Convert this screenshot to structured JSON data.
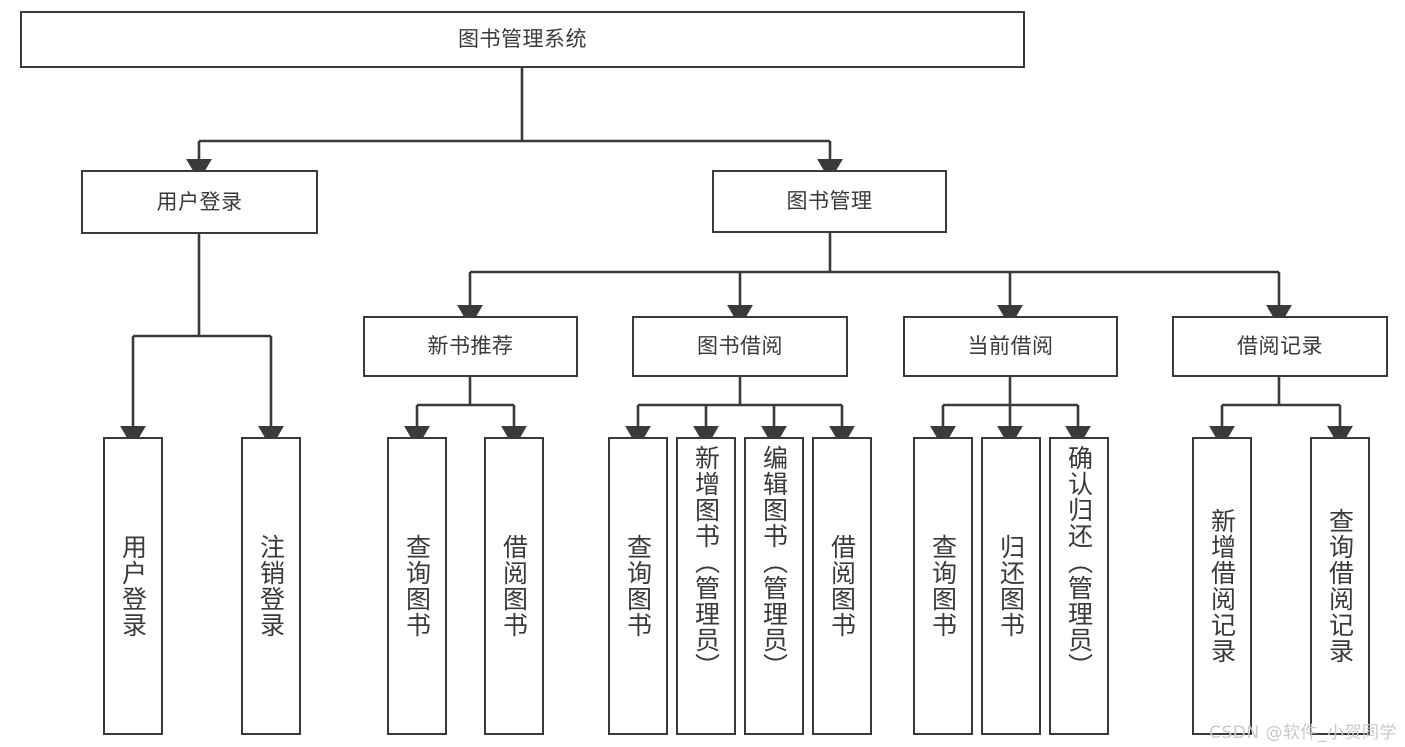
{
  "diagram": {
    "type": "tree-hierarchy-flowchart",
    "title": "图书管理系统",
    "root": {
      "id": "root",
      "label": "图书管理系统",
      "orientation": "horizontal"
    },
    "level2": [
      {
        "id": "user-login",
        "label": "用户登录",
        "orientation": "horizontal"
      },
      {
        "id": "book-management",
        "label": "图书管理",
        "orientation": "horizontal"
      }
    ],
    "level3": [
      {
        "id": "new-book-recommend",
        "label": "新书推荐",
        "orientation": "horizontal"
      },
      {
        "id": "book-borrow",
        "label": "图书借阅",
        "orientation": "horizontal"
      },
      {
        "id": "current-borrow",
        "label": "当前借阅",
        "orientation": "horizontal"
      },
      {
        "id": "borrow-record",
        "label": "借阅记录",
        "orientation": "horizontal"
      }
    ],
    "leaves": [
      {
        "id": "leaf-user-login",
        "label": "用户登录",
        "parent": "user-login",
        "orientation": "vertical"
      },
      {
        "id": "leaf-user-logout",
        "label": "注销登录",
        "parent": "user-login",
        "orientation": "vertical"
      },
      {
        "id": "leaf-query-book-1",
        "label": "查询图书",
        "parent": "new-book-recommend",
        "orientation": "vertical"
      },
      {
        "id": "leaf-borrow-book-1",
        "label": "借阅图书",
        "parent": "new-book-recommend",
        "orientation": "vertical"
      },
      {
        "id": "leaf-query-book-2",
        "label": "查询图书",
        "parent": "book-borrow",
        "orientation": "vertical"
      },
      {
        "id": "leaf-add-book",
        "label": "新增图书（管理员）",
        "parent": "book-borrow",
        "orientation": "vertical"
      },
      {
        "id": "leaf-edit-book",
        "label": "编辑图书（管理员）",
        "parent": "book-borrow",
        "orientation": "vertical"
      },
      {
        "id": "leaf-borrow-book-2",
        "label": "借阅图书",
        "parent": "book-borrow",
        "orientation": "vertical"
      },
      {
        "id": "leaf-query-book-3",
        "label": "查询图书",
        "parent": "current-borrow",
        "orientation": "vertical"
      },
      {
        "id": "leaf-return-book",
        "label": "归还图书",
        "parent": "current-borrow",
        "orientation": "vertical"
      },
      {
        "id": "leaf-confirm-return",
        "label": "确认归还（管理员）",
        "parent": "current-borrow",
        "orientation": "vertical"
      },
      {
        "id": "leaf-add-record",
        "label": "新增借阅记录",
        "parent": "borrow-record",
        "orientation": "vertical"
      },
      {
        "id": "leaf-query-record",
        "label": "查询借阅记录",
        "parent": "borrow-record",
        "orientation": "vertical"
      }
    ],
    "watermark": "CSDN @软件_小贺同学",
    "colors": {
      "stroke": "#3a3a3a",
      "fill": "#ffffff",
      "text": "#3a3a3a",
      "watermark": "#c9c9c9"
    }
  }
}
